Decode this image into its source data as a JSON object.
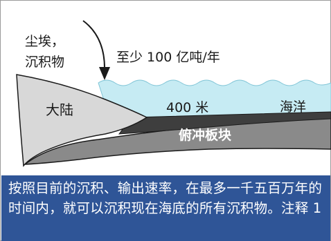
{
  "labels": {
    "dust_line1": "尘埃，",
    "dust_line2": "沉积物",
    "rate": "至少 100 亿吨/年",
    "continent": "大陆",
    "depth": "400 米",
    "ocean": "海洋",
    "plate": "俯冲板块"
  },
  "caption": {
    "text": "按照目前的沉积、输出速率，在最多一千五百万年的时间内，就可以沉积现在海底的所有沉积物。注释 1"
  },
  "colors": {
    "water": "#c6ebf3",
    "continent": "#d8d8d8",
    "sediment": "#3e3e3e",
    "plate": "#8a8a8a",
    "caption_bg": "#2f5597"
  }
}
